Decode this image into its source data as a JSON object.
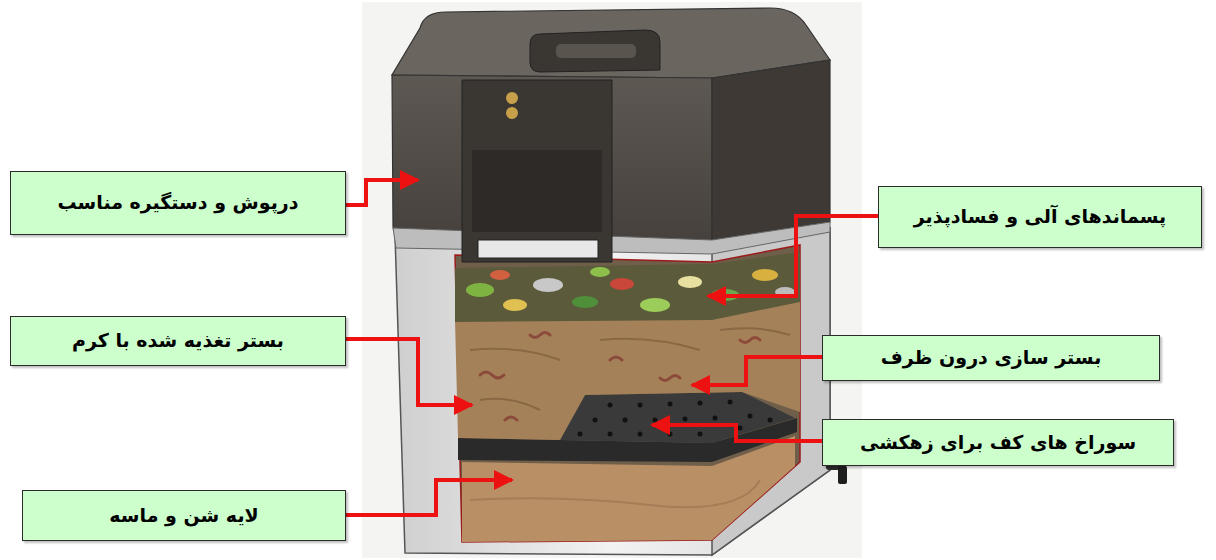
{
  "diagram": {
    "nodes": [
      {
        "text": [
          "درپوش و دستگیره مناسب"
        ]
      },
      {
        "text": [
          "پسماندهای آلی و فسادپذیر"
        ]
      },
      {
        "text": [
          "بستر تغذیه شده با کرم"
        ]
      },
      {
        "text": [
          "بستر سازی درون ظرف"
        ]
      },
      {
        "text": [
          "سوراخ های کف برای زهکشی"
        ]
      },
      {
        "text": [
          "لایه شن و ماسه"
        ]
      }
    ]
  }
}
